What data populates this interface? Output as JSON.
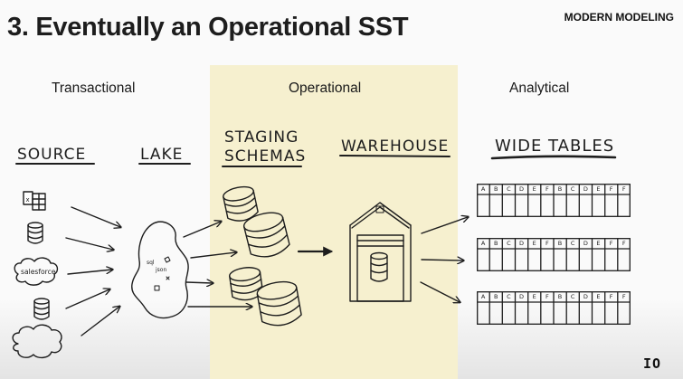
{
  "title": "3. Eventually an Operational SST",
  "brand": "MODERN MODELING",
  "zones": {
    "transactional": "Transactional",
    "operational": "Operational",
    "analytical": "Analytical"
  },
  "stages": {
    "source": "SOURCE",
    "lake": "LAKE",
    "staging_line1": "STAGING",
    "staging_line2": "SCHEMAS",
    "warehouse": "WAREHOUSE",
    "wide_tables": "WIDE TABLES"
  },
  "source_icons": {
    "spreadsheet_mark": "x",
    "salesforce": "salesforce"
  },
  "lake_scribbles": [
    "sql",
    "json"
  ],
  "wide_table_columns": [
    "A",
    "B",
    "C",
    "D",
    "E",
    "F",
    "B",
    "C",
    "D",
    "E",
    "F",
    "F"
  ],
  "corner_logo": "IO",
  "colors": {
    "operational_band": "#f6f0cf",
    "ink": "#1d1d1d"
  }
}
